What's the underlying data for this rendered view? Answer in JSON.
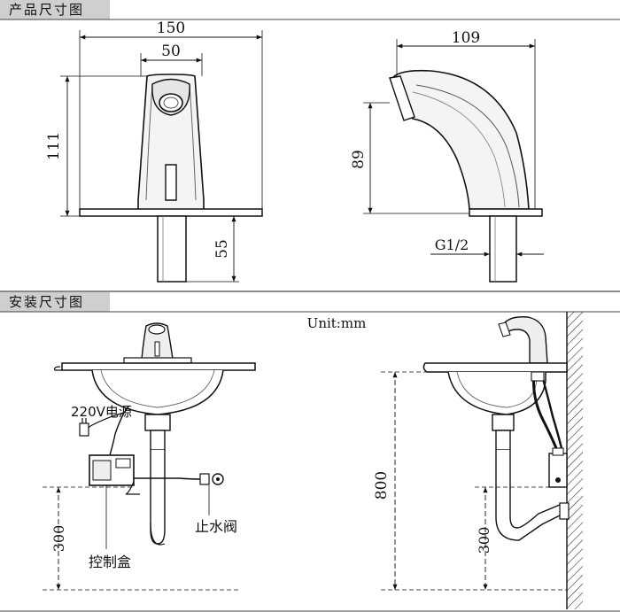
{
  "sections": {
    "product_title": "产品尺寸图",
    "install_title": "安装尺寸图"
  },
  "front_view": {
    "width_label": "150",
    "neck_label": "50",
    "height_label": "111",
    "shank_label": "55"
  },
  "side_view": {
    "reach_label": "109",
    "spout_height_label": "89",
    "thread_label": "G1/2"
  },
  "install": {
    "unit_label": "Unit:mm",
    "power_label": "220V电源",
    "valve_label": "止水阀",
    "control_box_label": "控制盒",
    "box_height_label": "300",
    "side_box_height_label": "300",
    "basin_height_label": "800"
  }
}
